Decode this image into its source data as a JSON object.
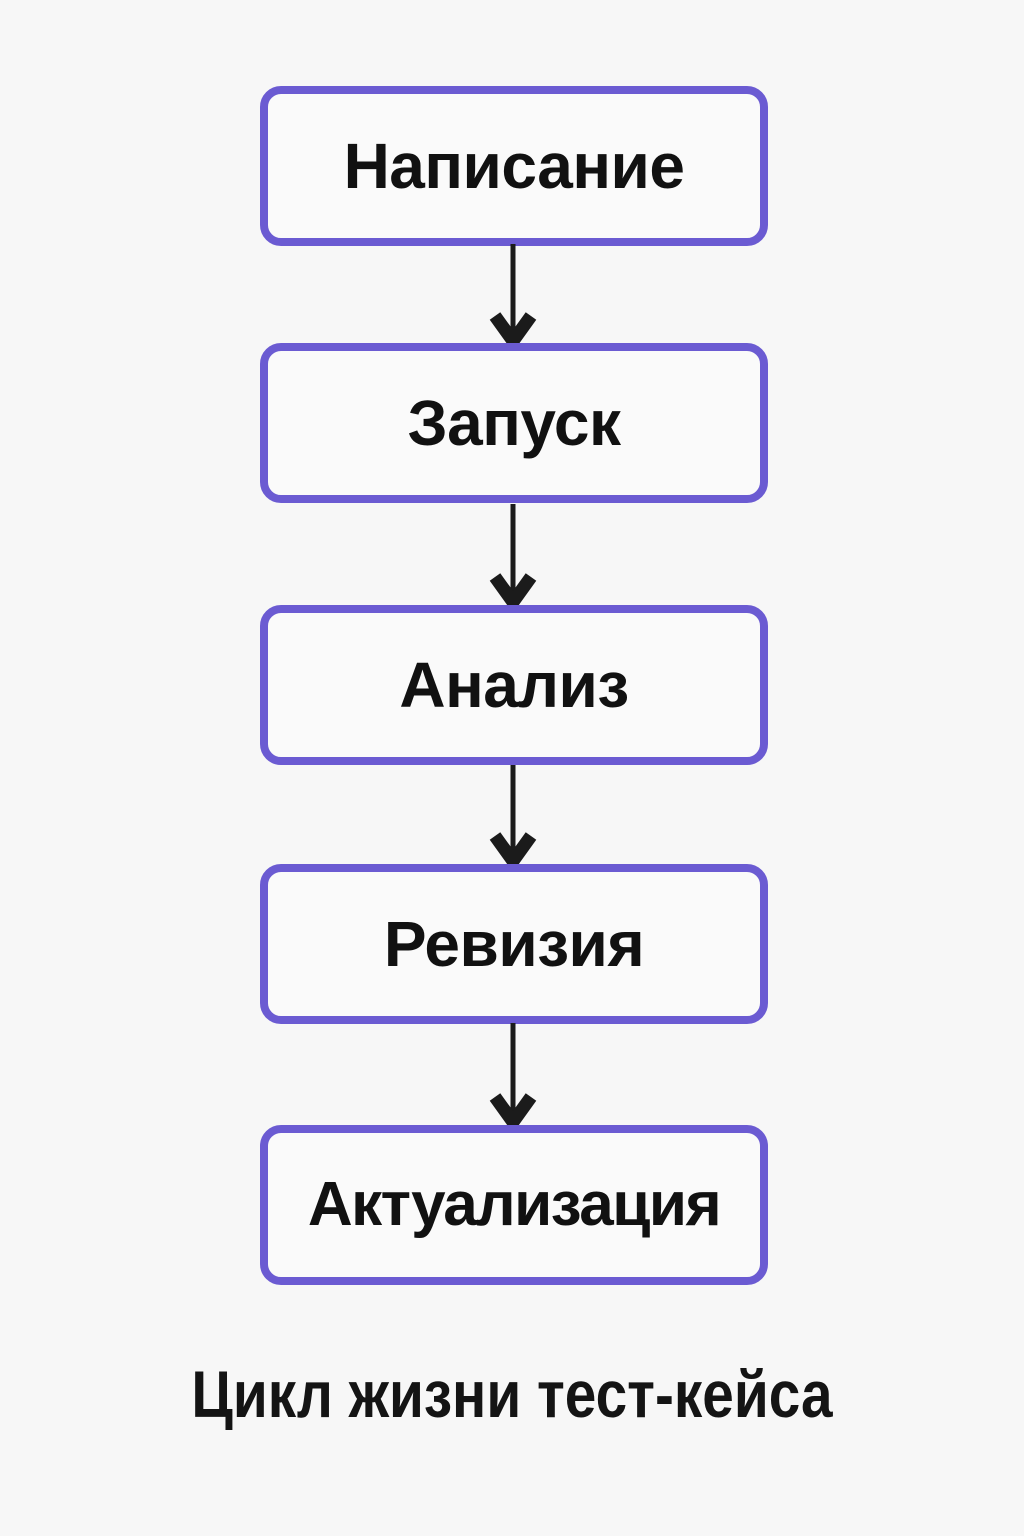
{
  "diagram": {
    "title": "Цикл жизни тест-кейса",
    "orientation": "vertical-top-to-bottom",
    "colors": {
      "background": "#f7f7f7",
      "node_border": "#6b5bd2",
      "node_fill": "#fafafa",
      "node_text": "#111111",
      "arrow": "#1b1b1b",
      "caption_text": "#141414"
    },
    "nodes": [
      {
        "id": "node-1",
        "label": "Написание"
      },
      {
        "id": "node-2",
        "label": "Запуск"
      },
      {
        "id": "node-3",
        "label": "Анализ"
      },
      {
        "id": "node-4",
        "label": "Ревизия"
      },
      {
        "id": "node-5",
        "label": "Актуализация"
      }
    ],
    "connectors": [
      {
        "id": "arrow-1",
        "from": "Написание",
        "to": "Запуск",
        "icon": "arrow-down-icon"
      },
      {
        "id": "arrow-2",
        "from": "Запуск",
        "to": "Анализ",
        "icon": "arrow-down-icon"
      },
      {
        "id": "arrow-3",
        "from": "Анализ",
        "to": "Ревизия",
        "icon": "arrow-down-icon"
      },
      {
        "id": "arrow-4",
        "from": "Ревизия",
        "to": "Актуализация",
        "icon": "arrow-down-icon"
      }
    ]
  }
}
